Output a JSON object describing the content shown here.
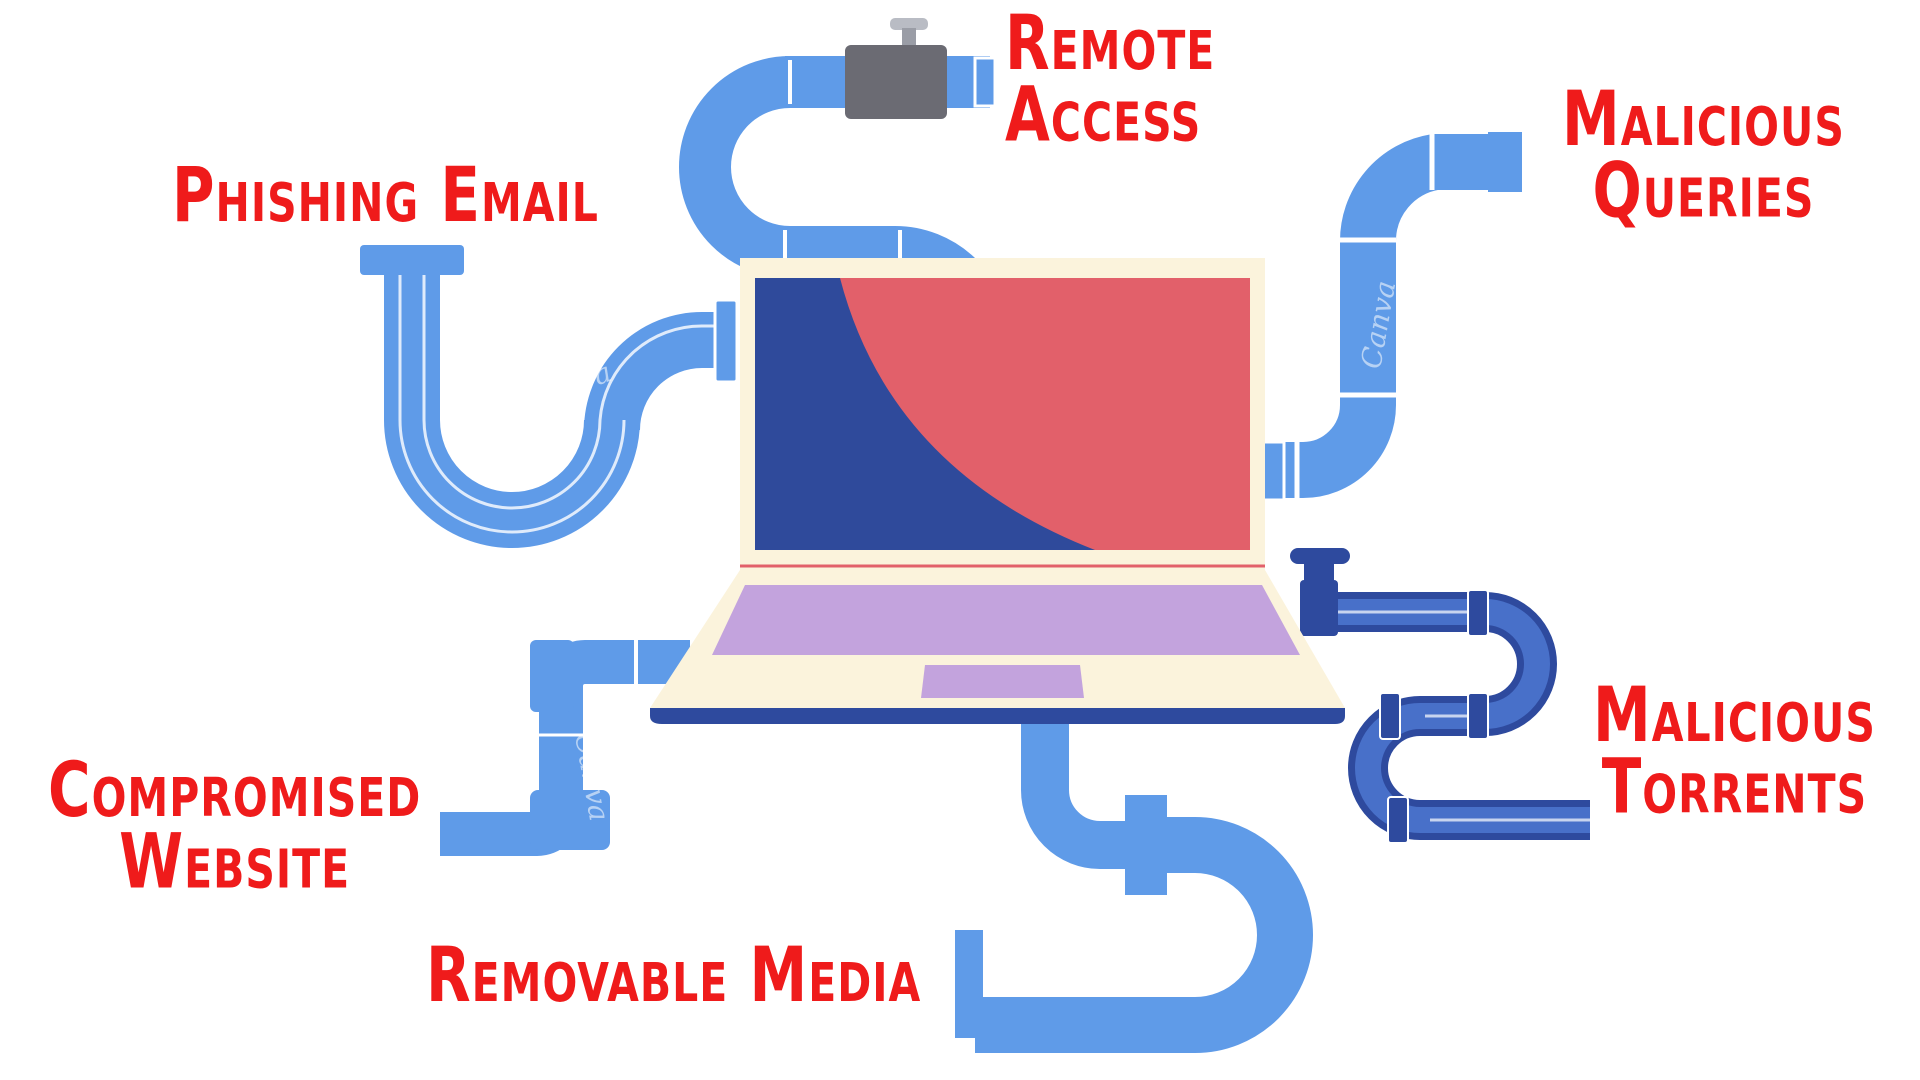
{
  "labels": {
    "remote_access": [
      "Remote",
      "Access"
    ],
    "malicious_queries": [
      "Malicious",
      "Queries"
    ],
    "phishing_email": "Phishing Email",
    "compromised_website": [
      "Compromised",
      "Website"
    ],
    "malicious_torrents": [
      "Malicious",
      "Torrents"
    ],
    "removable_media": "Removable Media"
  },
  "watermark": "Canva",
  "colors": {
    "label": "#ef1b1b",
    "pipe": "#5f9be8",
    "pipe_dark": "#2e4a9e",
    "screen_red": "#e2606a",
    "screen_blue": "#2f4a9b",
    "laptop_frame": "#fbf3dc",
    "keyboard": "#c3a3dd",
    "valve": "#6b6b73"
  }
}
